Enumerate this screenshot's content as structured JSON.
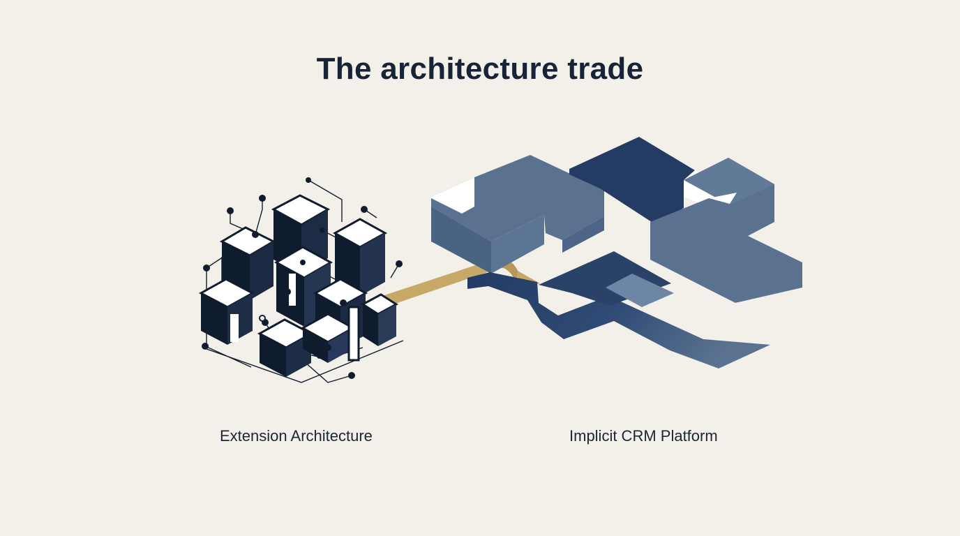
{
  "title": "The architecture trade",
  "left_panel": {
    "label": "Extension Architecture",
    "icon": "modular-cube-network-icon"
  },
  "right_panel": {
    "label": "Implicit CRM Platform",
    "icon": "merged-platform-slab-icon"
  },
  "connector": {
    "icon": "gold-bridge-connector-icon"
  },
  "colors": {
    "background": "#f3f0e9",
    "dark_navy": "#0f1c2e",
    "slate_blue": "#5a7290",
    "deep_blue": "#243b64",
    "gold": "#c8a866"
  }
}
